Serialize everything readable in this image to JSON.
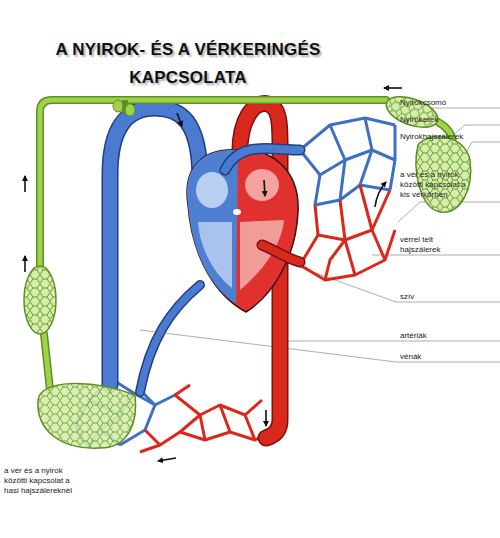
{
  "diagram": {
    "title": "A NYIROK- ÉS A VÉRKERINGÉS KAPCSOLATA",
    "labels": [
      "Nyirokcsomó",
      "Nyirokerek",
      "Nyirokhajszálerek",
      "a vér és a nyirok közötti kapcsolat a kis vérkörben",
      "vérrel telt hajszálerek",
      "szív",
      "artériák",
      "vénák",
      "a vér és a nyirok közötti kapcsolat a hasi hajszálereknél"
    ]
  }
}
